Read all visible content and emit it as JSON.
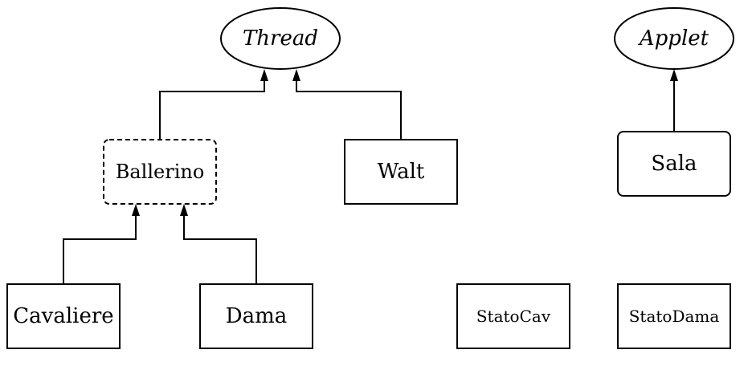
{
  "nodes": {
    "thread": "Thread",
    "applet": "Applet",
    "ballerino": "Ballerino",
    "walt": "Walt",
    "sala": "Sala",
    "cavaliere": "Cavaliere",
    "dama": "Dama",
    "stato_cav": "StatoCav",
    "stato_dama": "StatoDama"
  }
}
